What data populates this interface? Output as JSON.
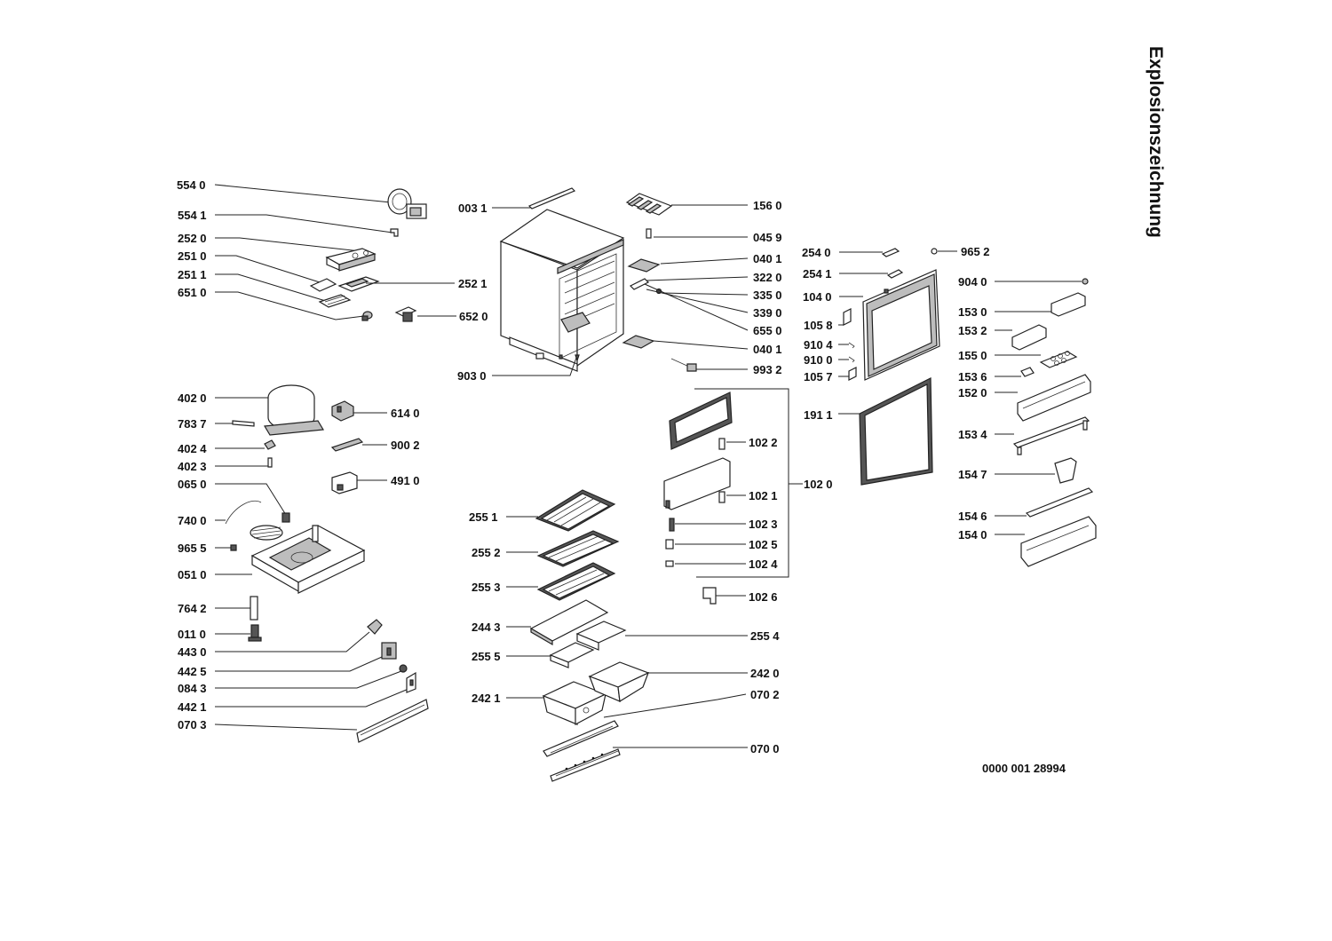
{
  "title": "Explosionszeichnung",
  "document_number": "0000 001 28994",
  "labels": {
    "l5540": "554 0",
    "l5541": "554 1",
    "l2520": "252 0",
    "l2510": "251 0",
    "l2511": "251 1",
    "l6510": "651 0",
    "l0031": "003 1",
    "l2521": "252 1",
    "l6520": "652 0",
    "l9030": "903 0",
    "l1560": "156 0",
    "l0459": "045 9",
    "l0401a": "040 1",
    "l3220": "322 0",
    "l3350": "335 0",
    "l3390": "339 0",
    "l6550": "655 0",
    "l0401b": "040 1",
    "l9932": "993 2",
    "l2540": "254 0",
    "l9652": "965 2",
    "l2541": "254 1",
    "l1040": "104 0",
    "l1058": "105 8",
    "l9104": "910 4",
    "l9100": "910 0",
    "l1057": "105 7",
    "l1911": "191 1",
    "l9040": "904 0",
    "l1530": "153 0",
    "l1532": "153 2",
    "l1550": "155 0",
    "l1536": "153 6",
    "l1520": "152 0",
    "l1534": "153 4",
    "l1547": "154 7",
    "l1546": "154 6",
    "l1540": "154 0",
    "l4020": "402 0",
    "l7837": "783 7",
    "l4024": "402 4",
    "l4023": "402 3",
    "l0650": "065 0",
    "l7400": "740 0",
    "l9655": "965 5",
    "l0510": "051 0",
    "l7642": "764 2",
    "l0110": "011 0",
    "l4430": "443 0",
    "l4425": "442 5",
    "l0843": "084 3",
    "l4421": "442 1",
    "l0703": "070 3",
    "l6140": "614 0",
    "l9002": "900 2",
    "l4910": "491 0",
    "l2551": "255 1",
    "l2552": "255 2",
    "l2553": "255 3",
    "l2443": "244 3",
    "l2555": "255 5",
    "l2421": "242 1",
    "l1022": "102 2",
    "l1021": "102 1",
    "l1023": "102 3",
    "l1025": "102 5",
    "l1024": "102 4",
    "l1020": "102 0",
    "l1026": "102 6",
    "l2554": "255 4",
    "l2420": "242 0",
    "l0702": "070 2",
    "l0700": "070 0"
  }
}
